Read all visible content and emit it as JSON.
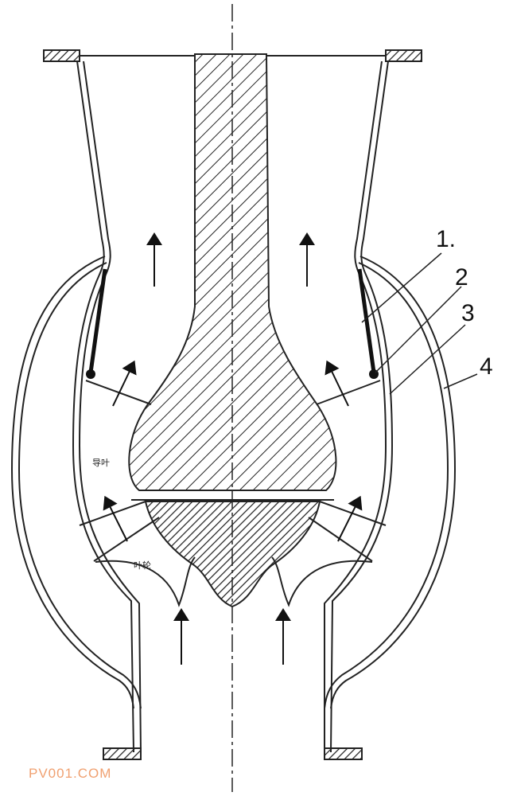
{
  "diagram": {
    "part_labels": [
      "1.",
      "2",
      "3",
      "4"
    ],
    "guide_vane_label": "导叶",
    "impeller_label": "叶轮"
  },
  "watermark": "PV001.COM",
  "colors": {
    "line": "#222222",
    "watermark": "#f0a070"
  }
}
